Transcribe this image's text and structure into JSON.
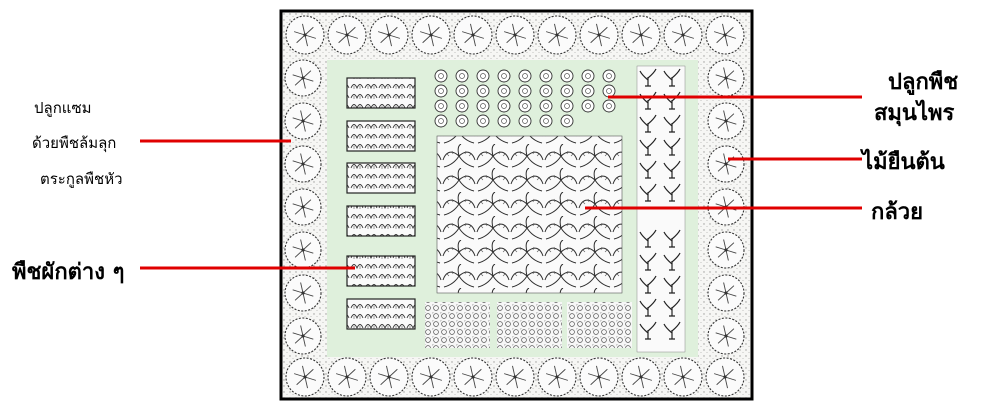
{
  "labels": {
    "left_intercrop": [
      "ปลูกแซม",
      "ด้วยพืชล้มลุก",
      "ตระกูลพืชหัว"
    ],
    "left_vegetables": "พืชผักต่าง ๆ",
    "right_herbs": [
      "ปลูกพืช",
      "สมุนไพร"
    ],
    "right_perennial": "ไม้ยืนต้น",
    "right_banana": "กล้วย"
  },
  "colors": {
    "border_frame": "#000000",
    "outer_ring": "#f4f4f2",
    "inner_bed": "#dff0dc",
    "pointer_line": "#e00000",
    "sketch": "#3a3a3a"
  },
  "icons": [
    "tree-canopy-icon",
    "vegetable-bed-icon",
    "herb-plant-icon",
    "banana-plant-icon",
    "ground-cover-icon",
    "small-shrub-icon"
  ]
}
